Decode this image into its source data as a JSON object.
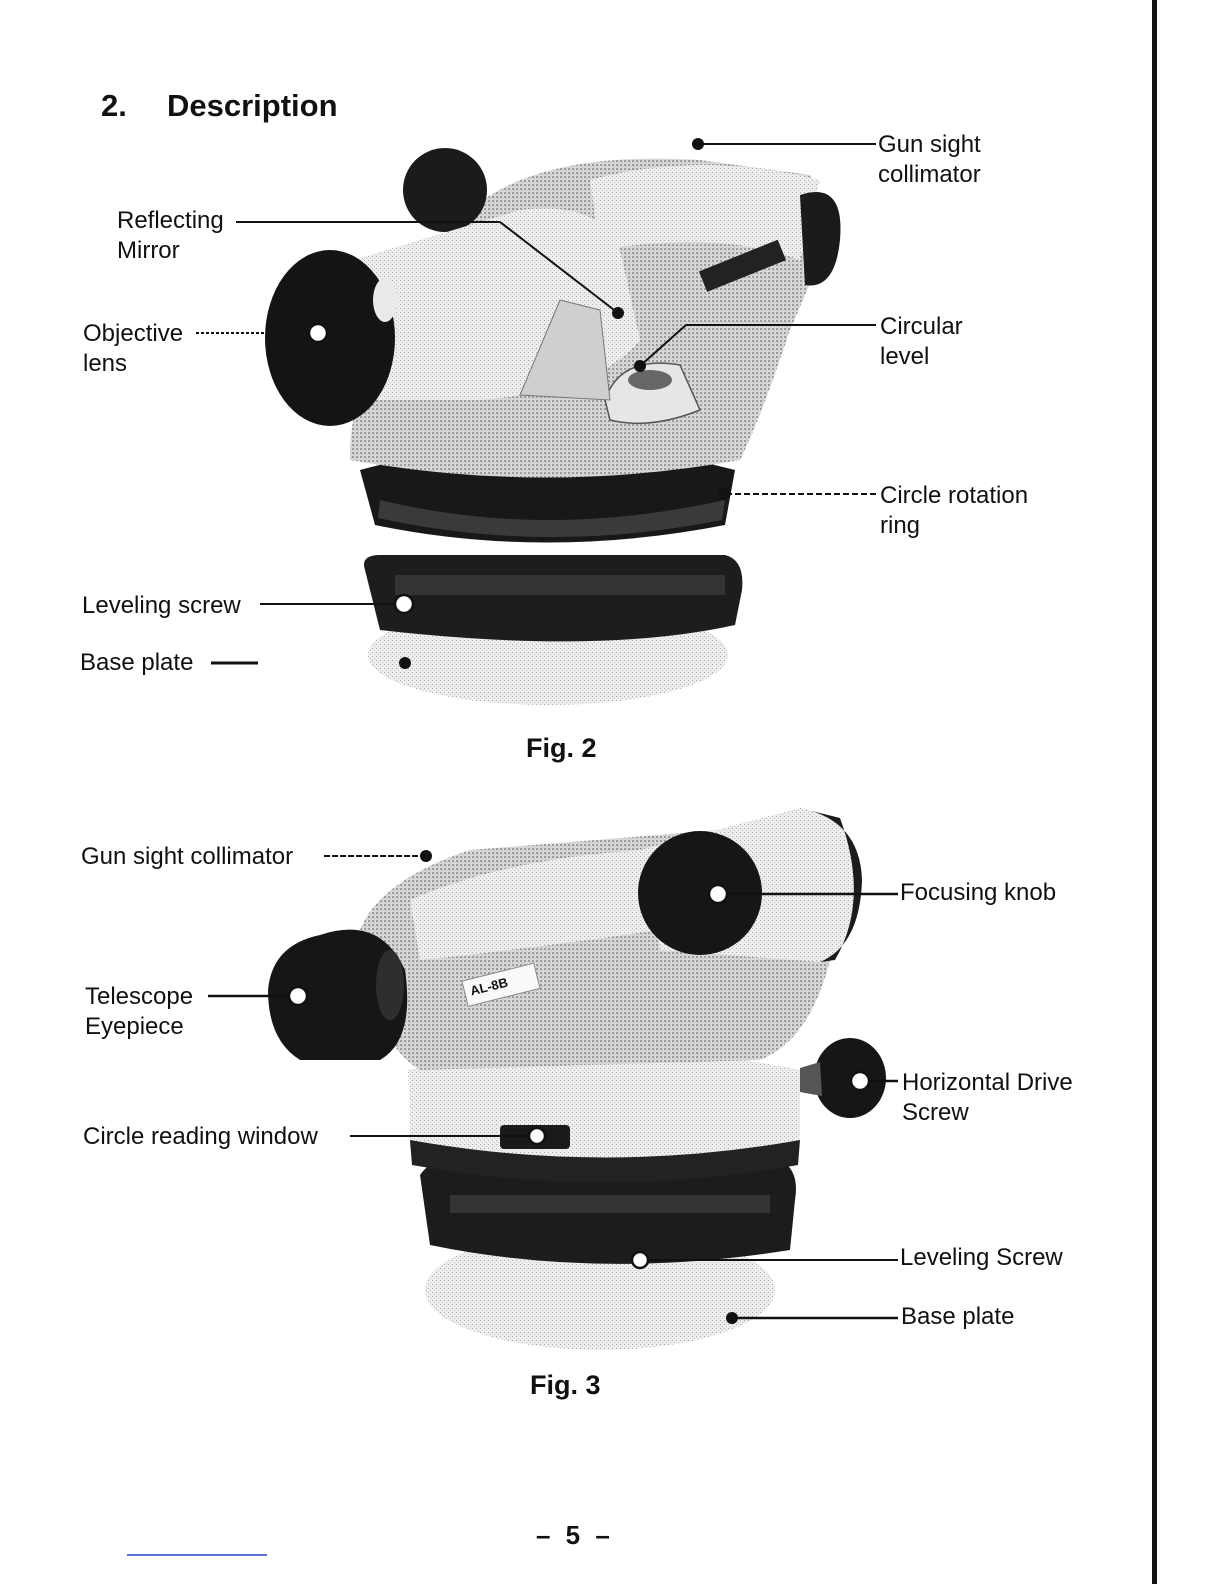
{
  "section": {
    "number": "2.",
    "title": "Description"
  },
  "fig2": {
    "caption": "Fig. 2",
    "labels": {
      "gun_sight": [
        "Gun sight",
        "collimator"
      ],
      "reflecting": [
        "Reflecting",
        "Mirror"
      ],
      "objective": [
        "Objective",
        "lens"
      ],
      "circular": [
        "Circular",
        "level"
      ],
      "circle_rotation": [
        "Circle rotation",
        "ring"
      ],
      "leveling": "Leveling screw",
      "base": "Base plate"
    }
  },
  "fig3": {
    "caption": "Fig. 3",
    "model_plate": "AL-8B",
    "labels": {
      "gun_sight": "Gun sight collimator",
      "focusing": "Focusing knob",
      "telescope": [
        "Telescope",
        "Eyepiece"
      ],
      "horizontal": [
        "Horizontal Drive",
        "Screw"
      ],
      "circle_reading": "Circle reading window",
      "leveling": "Leveling Screw",
      "base": "Base plate"
    }
  },
  "page_number": "– 5 –"
}
